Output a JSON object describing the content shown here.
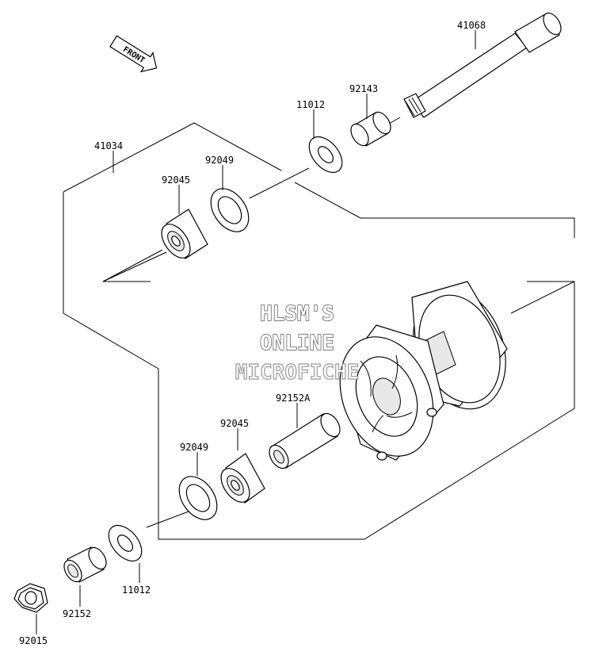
{
  "front_label": "FRONT",
  "watermark": {
    "line1": "HLSM'S",
    "line2": "ONLINE",
    "line3": "MICROFICHE"
  },
  "parts": {
    "axle": "41068",
    "collar_top": "92143",
    "washer_top": "11012",
    "seal_top": "92049",
    "bearing_top": "92045",
    "hub": "41034",
    "spacer": "92152A",
    "bearing_bottom": "92045",
    "seal_bottom": "92049",
    "washer_bottom": "11012",
    "collar_bottom": "92152",
    "nut": "92015"
  }
}
